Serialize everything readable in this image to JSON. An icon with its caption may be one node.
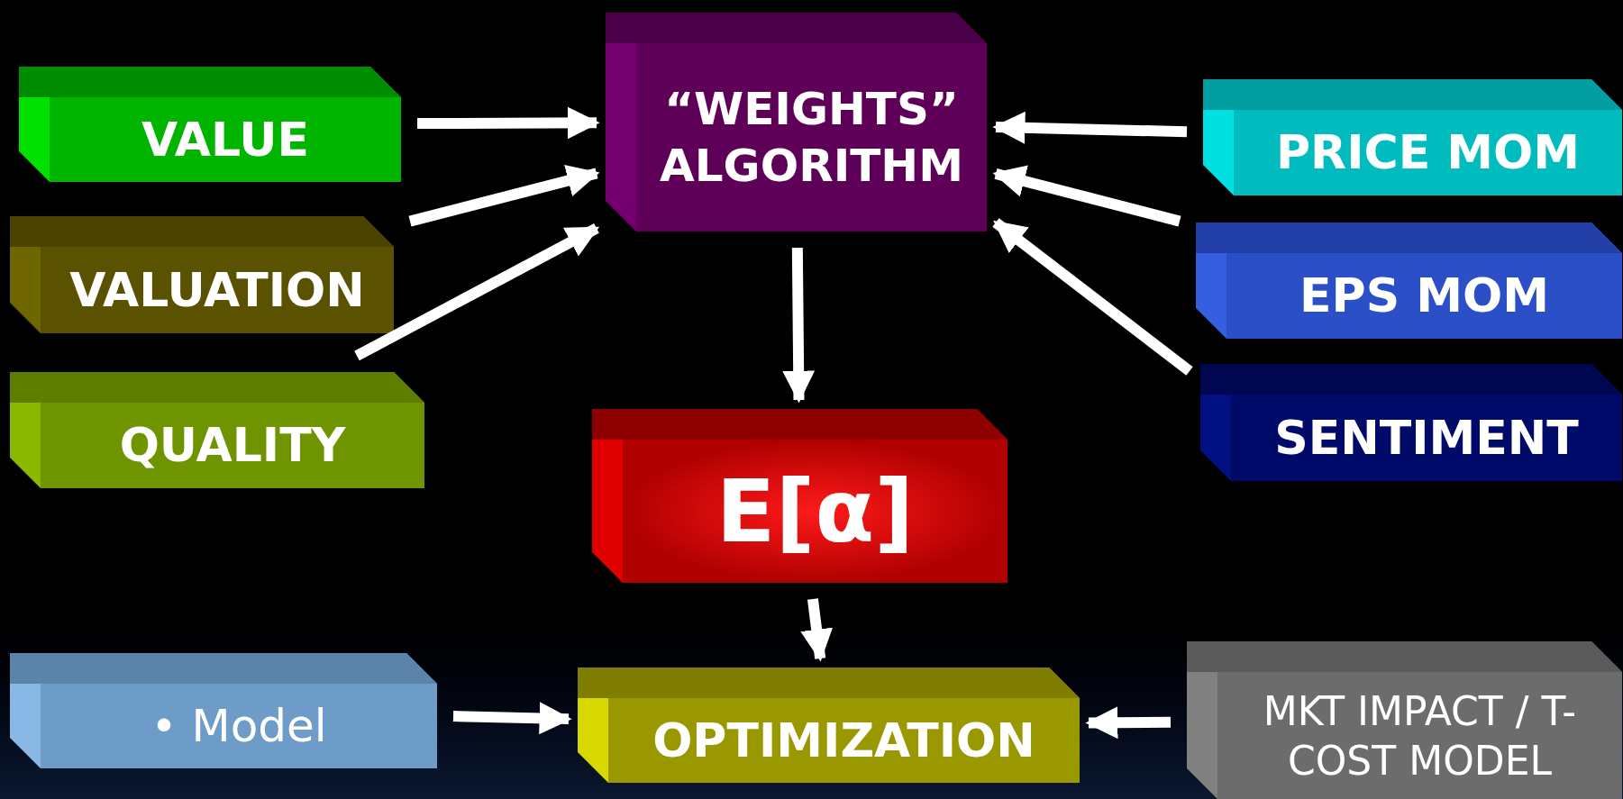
{
  "diagram": {
    "nodes": [
      {
        "text": [
          "VALUE"
        ]
      },
      {
        "text": [
          "VALUATION"
        ]
      },
      {
        "text": [
          "QUALITY"
        ]
      },
      {
        "text": [
          "“WEIGHTS” ALGORITHM"
        ]
      },
      {
        "text": [
          "PRICE MOM"
        ]
      },
      {
        "text": [
          "EPS MOM"
        ]
      },
      {
        "text": [
          "SENTIMENT"
        ]
      },
      {
        "text": [
          "E[α]"
        ]
      },
      {
        "text": [
          "• Model"
        ]
      },
      {
        "text": [
          "OPTIMIZATION"
        ]
      },
      {
        "text": [
          "MKT IMPACT / T-COST MODEL"
        ]
      }
    ],
    "edges": [
      {
        "from": 0,
        "to": 3,
        "arrow": "to"
      },
      {
        "from": 1,
        "to": 3,
        "arrow": "to"
      },
      {
        "from": 2,
        "to": 3,
        "arrow": "to"
      },
      {
        "from": 4,
        "to": 3,
        "arrow": "to"
      },
      {
        "from": 5,
        "to": 3,
        "arrow": "to"
      },
      {
        "from": 6,
        "to": 3,
        "arrow": "to"
      },
      {
        "from": 3,
        "to": 7,
        "arrow": "to"
      },
      {
        "from": 7,
        "to": 9,
        "arrow": "to"
      },
      {
        "from": 8,
        "to": 9,
        "arrow": "to"
      },
      {
        "from": 10,
        "to": 9,
        "arrow": "to"
      }
    ]
  }
}
